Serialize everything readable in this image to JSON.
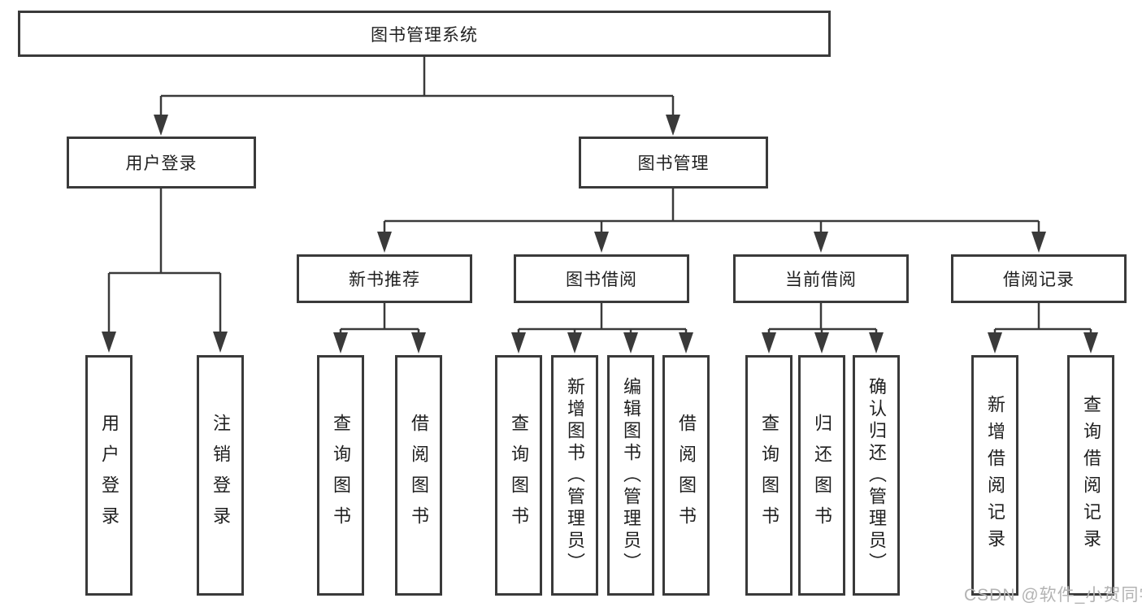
{
  "diagram": {
    "root": "图书管理系统",
    "user_login_branch": {
      "label": "用户登录",
      "children": [
        "用户登录",
        "注销登录"
      ]
    },
    "book_mgmt_branch": {
      "label": "图书管理",
      "groups": [
        {
          "label": "新书推荐",
          "children": [
            "查询图书",
            "借阅图书"
          ]
        },
        {
          "label": "图书借阅",
          "children": [
            "查询图书",
            "新增图书（管理员）",
            "编辑图书（管理员）",
            "借阅图书"
          ]
        },
        {
          "label": "当前借阅",
          "children": [
            "查询图书",
            "归还图书",
            "确认归还（管理员）"
          ]
        },
        {
          "label": "借阅记录",
          "children": [
            "新增借阅记录",
            "查询借阅记录"
          ]
        }
      ]
    },
    "watermark": "CSDN @软件_小贺同学",
    "colors": {
      "line": "#3a3a3a",
      "text": "#1f1f1f",
      "watermark": "#b3b3b3",
      "background": "#ffffff"
    }
  }
}
